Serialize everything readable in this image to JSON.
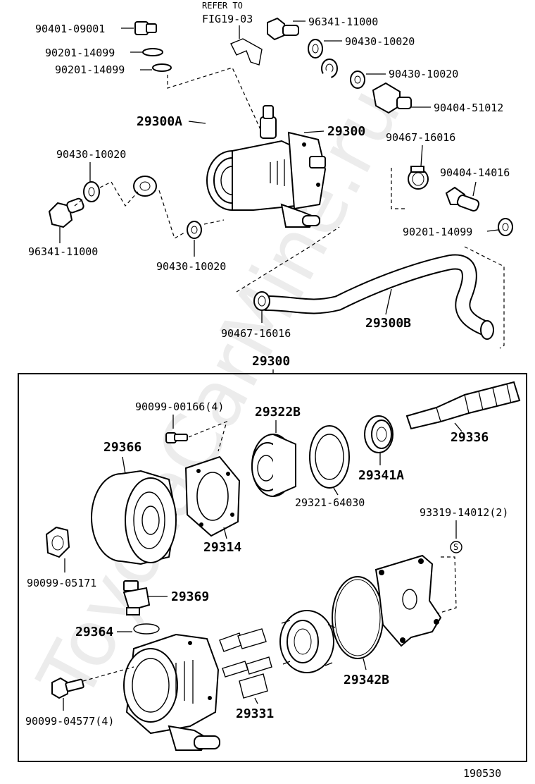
{
  "watermark": "ToyotaCarMine.ru",
  "refer": {
    "line1": "REFER TO",
    "line2": "FIG19-03"
  },
  "labels_top": {
    "p90401_09001": "90401-09001",
    "p90201_14099_a": "90201-14099",
    "p90201_14099_b": "90201-14099",
    "p96341_11000_top": "96341-11000",
    "p90430_10020_a": "90430-10020",
    "p90430_10020_b": "90430-10020",
    "p90404_51012": "90404-51012",
    "p29300": "29300",
    "p29300A": "29300A",
    "p90430_10020_c": "90430-10020",
    "p90467_16016_a": "90467-16016",
    "p90404_14016": "90404-14016",
    "p96341_11000_left": "96341-11000",
    "p90201_14099_c": "90201-14099",
    "p90430_10020_d": "90430-10020",
    "p29300B": "29300B",
    "p90467_16016_b": "90467-16016"
  },
  "assembly": {
    "title": "29300",
    "p90099_00166": "90099-00166(4)",
    "p29322B": "29322B",
    "p29366": "29366",
    "p29336": "29336",
    "p29341A": "29341A",
    "p29321_64030": "29321-64030",
    "p29314": "29314",
    "p93319_14012": "93319-14012(2)",
    "p90099_05171": "90099-05171",
    "p29369": "29369",
    "p29364": "29364",
    "p29342B": "29342B",
    "p90099_04577": "90099-04577(4)",
    "p29331": "29331"
  },
  "figure_code": "190530",
  "icons": [
    "bolt-icon",
    "gasket-icon",
    "hose-icon",
    "pump-icon",
    "pulley-icon",
    "bearing-icon",
    "seal-icon",
    "shaft-icon",
    "clamp-icon",
    "union-icon"
  ]
}
